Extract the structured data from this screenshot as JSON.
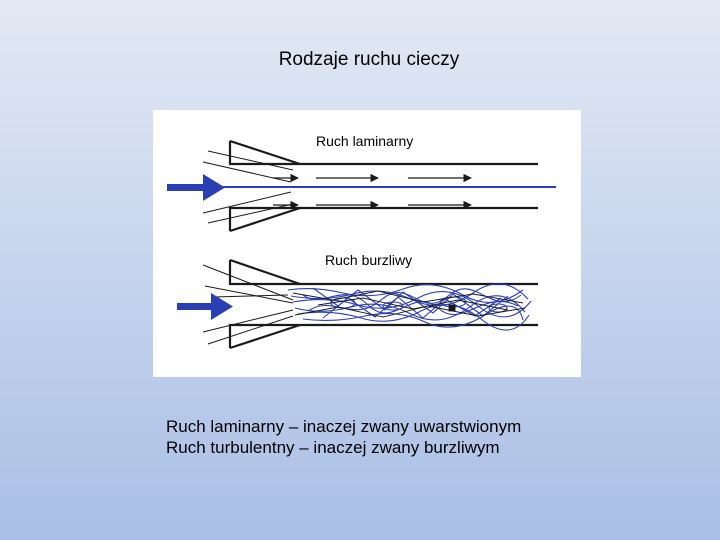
{
  "slide": {
    "title": "Rodzaje ruchu cieczy"
  },
  "figure": {
    "laminar_label": "Ruch laminarny",
    "turbulent_label": "Ruch burzliwy",
    "colors": {
      "pipe": "#1a1a1a",
      "flow": "#2b3fb5",
      "streamline": "#1a1a1a"
    },
    "icons": [
      "flow-arrow-icon",
      "streamline-arrow-icon"
    ]
  },
  "caption": {
    "line1": "Ruch laminarny – inaczej zwany uwarstwionym",
    "line2": "Ruch turbulentny – inaczej zwany burzliwym"
  }
}
